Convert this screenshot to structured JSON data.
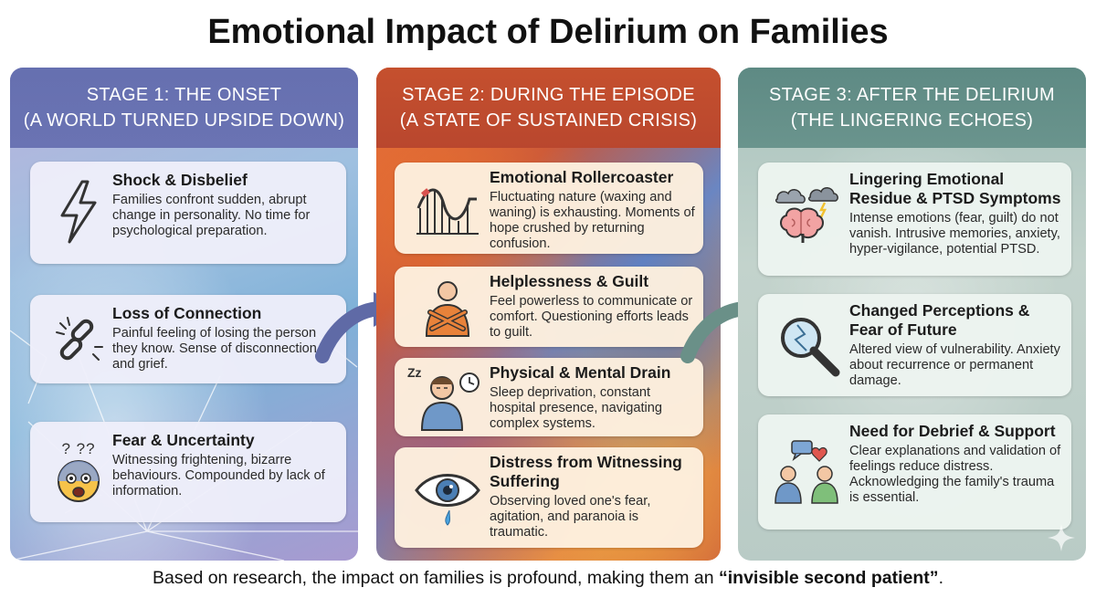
{
  "title": "Emotional Impact of Delirium on Families",
  "stages": [
    {
      "heading_line1": "STAGE 1: THE ONSET",
      "heading_line2": "(A WORLD TURNED UPSIDE DOWN)",
      "cards": [
        {
          "title": "Shock & Disbelief",
          "body": "Families confront sudden, abrupt change in personality. No time for psychological preparation.",
          "icon": "lightning-icon"
        },
        {
          "title": "Loss of Connection",
          "body": "Painful feeling of losing the person they know. Sense of disconnection and grief.",
          "icon": "broken-chain-icon"
        },
        {
          "title": "Fear & Uncertainty",
          "body": "Witnessing frightening, bizarre behaviours. Compounded by lack of information.",
          "icon": "scared-face-icon",
          "icon_text": "?  ??"
        }
      ]
    },
    {
      "heading_line1": "STAGE 2: DURING THE EPISODE",
      "heading_line2": "(A STATE OF SUSTAINED CRISIS)",
      "cards": [
        {
          "title": "Emotional Rollercoaster",
          "body": "Fluctuating nature (waxing and waning) is exhausting. Moments of hope crushed by returning confusion.",
          "icon": "rollercoaster-icon"
        },
        {
          "title": "Helplessness & Guilt",
          "body": "Feel powerless to communicate or comfort. Questioning efforts leads to guilt.",
          "icon": "crossed-arms-person-icon"
        },
        {
          "title": "Physical & Mental Drain",
          "body": "Sleep deprivation, constant hospital presence, navigating complex systems.",
          "icon": "tired-person-clock-icon",
          "icon_text": "Zz"
        },
        {
          "title": "Distress from Witnessing Suffering",
          "body": "Observing loved one's fear, agitation, and paranoia is traumatic.",
          "icon": "crying-eye-icon"
        }
      ]
    },
    {
      "heading_line1": "STAGE 3: AFTER THE DELIRIUM",
      "heading_line2": "(THE LINGERING ECHOES)",
      "cards": [
        {
          "title": "Lingering Emotional Residue & PTSD Symptoms",
          "body": "Intense emotions (fear, guilt) do not vanish. Intrusive memories, anxiety, hyper-vigilance, potential PTSD.",
          "icon": "brain-storm-icon"
        },
        {
          "title": "Changed Perceptions & Fear of Future",
          "body": "Altered view of vulnerability. Anxiety about recurrence or permanent damage.",
          "icon": "cracked-magnifier-icon"
        },
        {
          "title": "Need for Debrief & Support",
          "body": "Clear explanations and validation of feelings reduce distress. Acknowledging the family's trauma is essential.",
          "icon": "two-people-talking-icon"
        }
      ]
    }
  ],
  "footer": {
    "prefix": "Based on research, the impact on families is profound, making them an ",
    "emphasis": "“invisible second patient”",
    "suffix": "."
  },
  "colors": {
    "stage1_header": "#6670b0",
    "stage2_header": "#c5502e",
    "stage3_header": "#5e8a84",
    "arrow1": "#5f6aa6",
    "arrow2": "#6a9088"
  }
}
